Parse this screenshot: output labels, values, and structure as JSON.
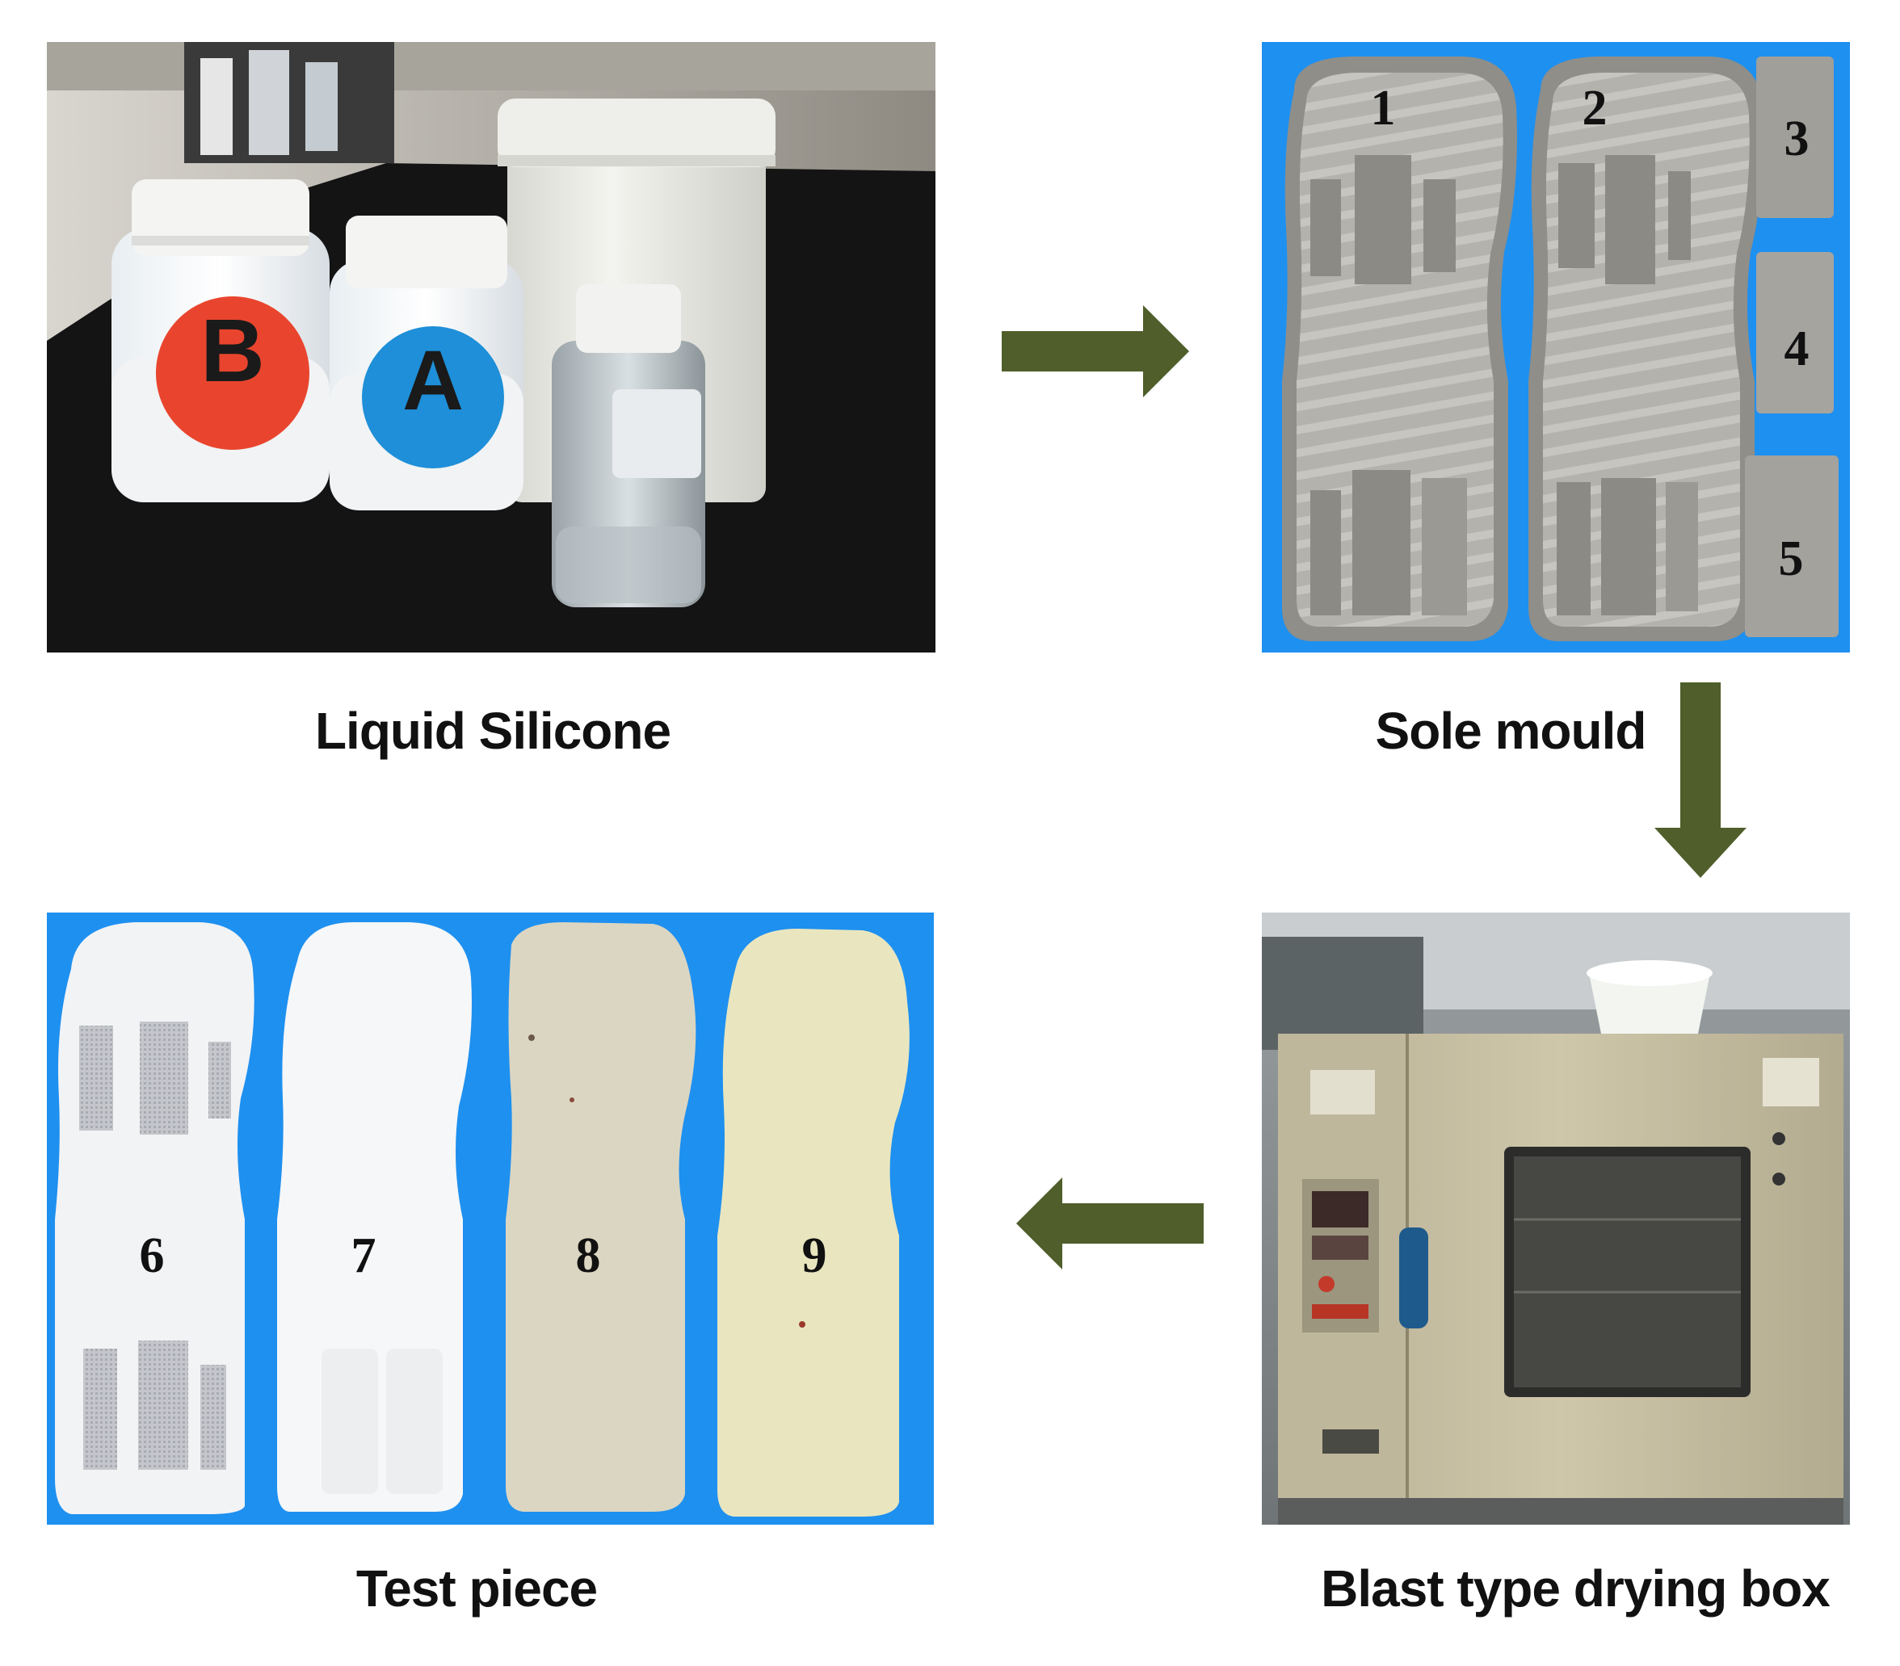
{
  "steps": [
    {
      "id": "liquid-silicone",
      "caption": "Liquid Silicone"
    },
    {
      "id": "sole-mould",
      "caption": "Sole mould"
    },
    {
      "id": "drying-box",
      "caption": "Blast type drying box"
    },
    {
      "id": "test-piece",
      "caption": "Test piece"
    }
  ],
  "bottles": {
    "b_label": "B",
    "a_label": "A"
  },
  "mould_numbers": [
    "1",
    "2",
    "3",
    "4",
    "5"
  ],
  "piece_numbers": [
    "6",
    "7",
    "8",
    "9"
  ],
  "colors": {
    "arrow": "#4f5e2a",
    "panel_blue": "#1e90f0",
    "mould_grey": "#a9a9a4",
    "table_black": "#141414",
    "oven_beige": "#c9c1a4"
  }
}
